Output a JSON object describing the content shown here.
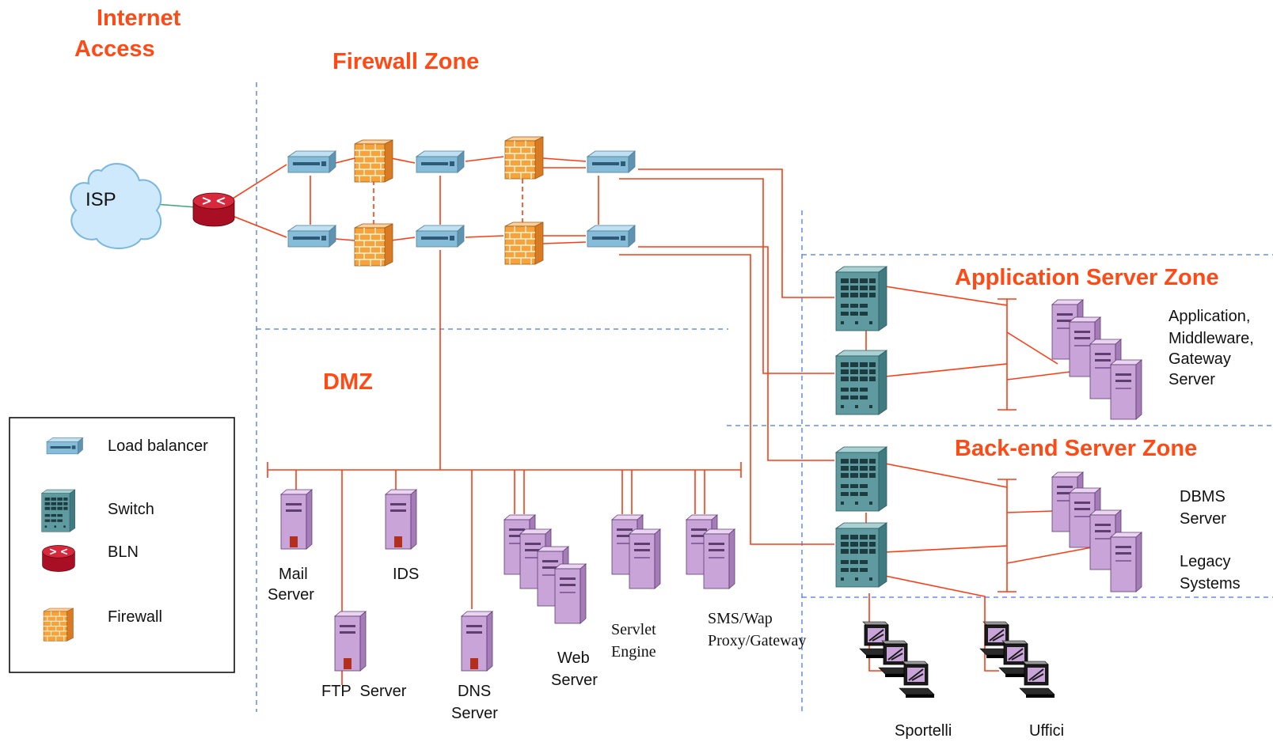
{
  "zones": {
    "internet": [
      "Internet",
      "Access"
    ],
    "firewall": "Firewall Zone",
    "dmz": "DMZ",
    "app": "Application Server Zone",
    "backend": "Back-end Server Zone"
  },
  "cloud": {
    "label": "ISP"
  },
  "dmz_servers": {
    "mail": [
      "Mail",
      "Server"
    ],
    "ftp": "FTP  Server",
    "ids": "IDS",
    "dns": [
      "DNS",
      "Server"
    ],
    "web": [
      "Web",
      "Server"
    ],
    "servlet": [
      "Servlet",
      "Engine"
    ],
    "sms": [
      "SMS/Wap",
      "Proxy/Gateway"
    ]
  },
  "app_servers": {
    "label": [
      "Application,",
      "Middleware,",
      "Gateway",
      "Server"
    ]
  },
  "backend_servers": {
    "dbms": [
      "DBMS",
      "Server"
    ],
    "legacy": [
      "Legacy",
      "Systems"
    ]
  },
  "clients": {
    "sportelli": "Sportelli",
    "uffici": "Uffici"
  },
  "legend": {
    "items": [
      "Load balancer",
      "Switch",
      "BLN",
      "Firewall"
    ]
  },
  "colors": {
    "zone_text": "#ff4a16",
    "link": "#ff3b12",
    "zone_border": "#4a78e0",
    "server": "#c9a4d8",
    "switch": "#5e9aa0",
    "load_balancer": "#7fb4d0",
    "router": "#c8102e",
    "firewall": "#f7a33a"
  }
}
